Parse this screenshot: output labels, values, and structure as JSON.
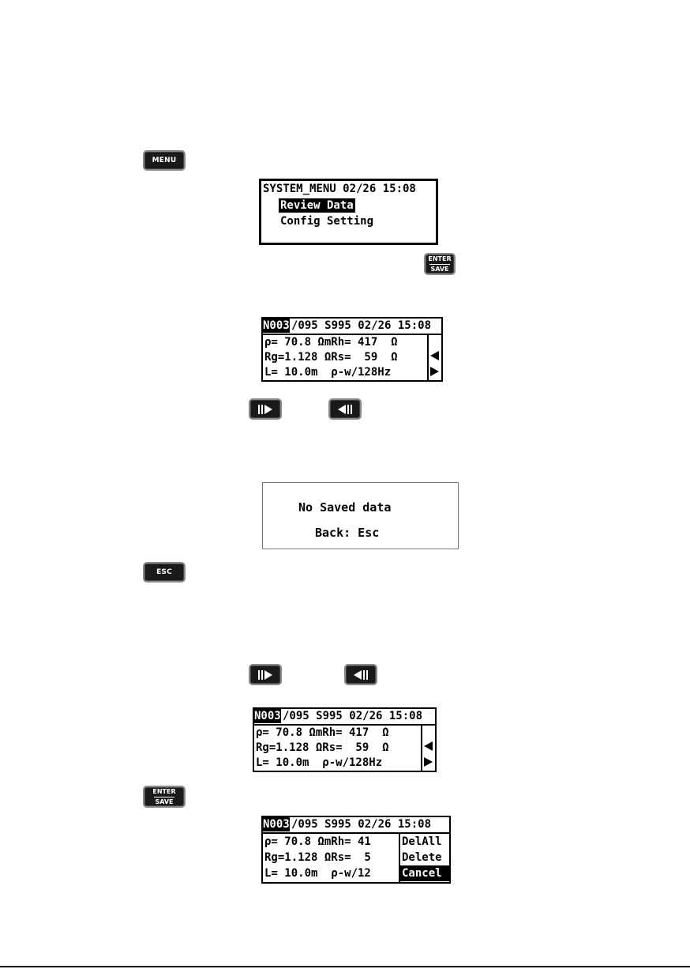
{
  "keys": {
    "menu": "MENU",
    "esc": "ESC",
    "enter_top": "ENTER",
    "enter_bottom": "SAVE",
    "forward_icon": "forward-arrow-icon",
    "back_icon": "back-arrow-icon"
  },
  "system_menu": {
    "title": "SYSTEM_MENU 02/26 15:08",
    "items": [
      "Review Data",
      "Config Setting"
    ],
    "selected_index": 0
  },
  "data_screen": {
    "record_no": "N003",
    "header_rest": "/095 S995 02/26 15:08",
    "rows": [
      "ρ= 70.8 ΩmRh= 417  Ω",
      "Rg=1.128 ΩRs=  59  Ω",
      "L= 10.0m  ρ-w/128Hz"
    ]
  },
  "delete_screen": {
    "rows": [
      "ρ= 70.8 ΩmRh= 41",
      "Rg=1.128 ΩRs=  5",
      "L= 10.0m  ρ-w/12"
    ],
    "menu": [
      "DelAll",
      "Delete",
      "Cancel"
    ],
    "selected_index": 2
  },
  "no_data": {
    "line1": "No Saved data",
    "line2": "Back: Esc"
  }
}
